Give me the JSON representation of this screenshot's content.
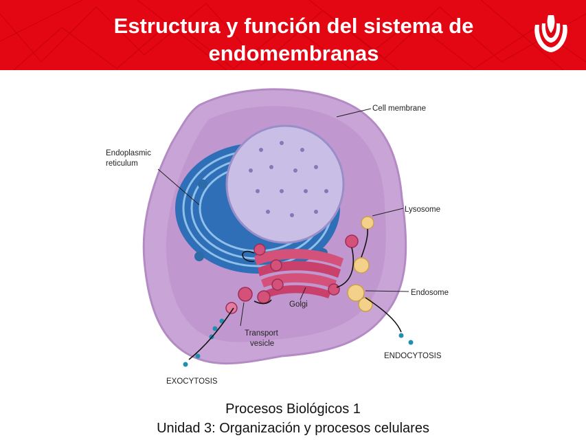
{
  "header": {
    "title_line1": "Estructura y función del sistema de",
    "title_line2": "endomembranas",
    "brand_color": "#e30613",
    "logo_icon": "upc-logo-icon"
  },
  "diagram": {
    "labels": {
      "cell_membrane": "Cell membrane",
      "er_line1": "Endoplasmic",
      "er_line2": "reticulum",
      "lysosome": "Lysosome",
      "endosome": "Endosome",
      "golgi": "Golgi",
      "transport_line1": "Transport",
      "transport_line2": "vesicle",
      "endocytosis": "ENDOCYTOSIS",
      "exocytosis": "EXOCYTOSIS"
    }
  },
  "footer": {
    "course": "Procesos Biológicos 1",
    "unit": "Unidad 3: Organización y procesos celulares"
  }
}
